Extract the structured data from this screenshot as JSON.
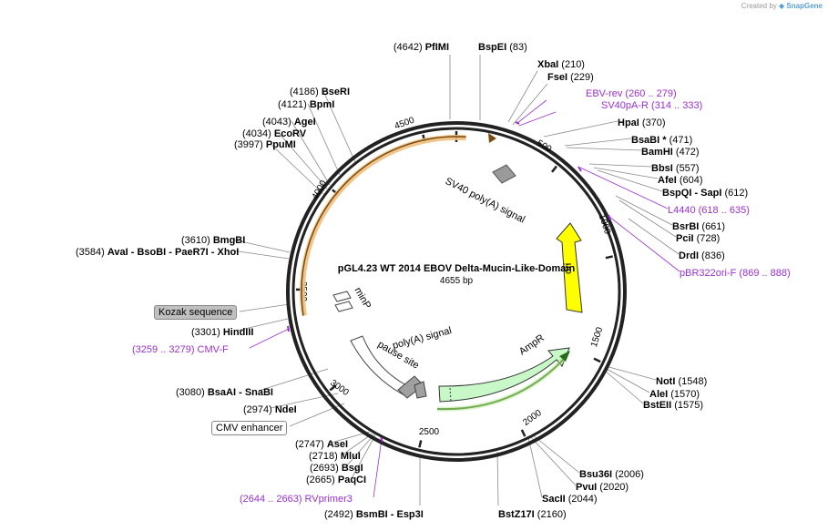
{
  "credit": {
    "prefix": "Created by",
    "brand": "SnapGene"
  },
  "plasmid": {
    "name": "pGL4.23 WT 2014 EBOV Delta-Mucin-Like-Domain",
    "length": "4655 bp"
  },
  "ticks": [
    "500",
    "1000",
    "1500",
    "2000",
    "2500",
    "3000",
    "3500",
    "4000",
    "4500"
  ],
  "enzymes": [
    {
      "pos": "(4642)",
      "name": "PfIMI"
    },
    {
      "name": "BspEI",
      "pos": "(83)"
    },
    {
      "name": "XbaI",
      "pos": "(210)"
    },
    {
      "name": "FseI",
      "pos": "(229)"
    },
    {
      "name": "HpaI",
      "pos": "(370)"
    },
    {
      "name": "BsaBI *",
      "pos": "(471)"
    },
    {
      "name": "BamHI",
      "pos": "(472)"
    },
    {
      "name": "BbsI",
      "pos": "(557)"
    },
    {
      "name": "AfeI",
      "pos": "(604)"
    },
    {
      "name": "BspQI - SapI",
      "pos": "(612)"
    },
    {
      "name": "BsrBI",
      "pos": "(661)"
    },
    {
      "name": "PciI",
      "pos": "(728)"
    },
    {
      "name": "DrdI",
      "pos": "(836)"
    },
    {
      "name": "NotI",
      "pos": "(1548)"
    },
    {
      "name": "AleI",
      "pos": "(1570)"
    },
    {
      "name": "BstEII",
      "pos": "(1575)"
    },
    {
      "name": "Bsu36I",
      "pos": "(2006)"
    },
    {
      "name": "PvuI",
      "pos": "(2020)"
    },
    {
      "name": "SacII",
      "pos": "(2044)"
    },
    {
      "name": "BstZ17I",
      "pos": "(2160)"
    },
    {
      "pos": "(2492)",
      "name": "BsmBI - Esp3I"
    },
    {
      "pos": "(2665)",
      "name": "PaqCI"
    },
    {
      "pos": "(2693)",
      "name": "BsgI"
    },
    {
      "pos": "(2718)",
      "name": "MluI"
    },
    {
      "pos": "(2747)",
      "name": "AseI"
    },
    {
      "pos": "(2974)",
      "name": "NdeI"
    },
    {
      "pos": "(3080)",
      "name": "BsaAI - SnaBI"
    },
    {
      "pos": "(3301)",
      "name": "HindIII"
    },
    {
      "pos": "(3584)",
      "name": "AvaI - BsoBI - PaeR7I - XhoI"
    },
    {
      "pos": "(3610)",
      "name": "BmgBI"
    },
    {
      "pos": "(3997)",
      "name": "PpuMI"
    },
    {
      "pos": "(4034)",
      "name": "EcoRV"
    },
    {
      "pos": "(4043)",
      "name": "AgeI"
    },
    {
      "pos": "(4121)",
      "name": "BpmI"
    },
    {
      "pos": "(4186)",
      "name": "BseRI"
    }
  ],
  "primers": [
    {
      "name": "EBV-rev",
      "range": "(260 .. 279)"
    },
    {
      "name": "SV40pA-R",
      "range": "(314 .. 333)"
    },
    {
      "name": "L4440",
      "range": "(618 .. 635)"
    },
    {
      "name": "pBR322ori-F",
      "range": "(869 .. 888)"
    },
    {
      "range": "(3259 .. 3279)",
      "name": "CMV-F"
    },
    {
      "range": "(2644 .. 2663)",
      "name": "RVprimer3"
    }
  ],
  "boxed_features": [
    {
      "name": "Kozak sequence",
      "fill": "#c0c0c0"
    },
    {
      "name": "CMV enhancer",
      "fill": "#ffffff"
    }
  ],
  "features": {
    "sv40": "SV40 poly(A) signal",
    "minp": "minP",
    "polya": "poly(A) signal",
    "pause": "pause site",
    "ampr": "AmpR",
    "ori": "ori"
  },
  "colors": {
    "luciferase": "#f0c080",
    "ori": "#ffff00",
    "ampr": "#c8f8c8",
    "primer": "#9b30d0",
    "backbone": "#222222"
  }
}
